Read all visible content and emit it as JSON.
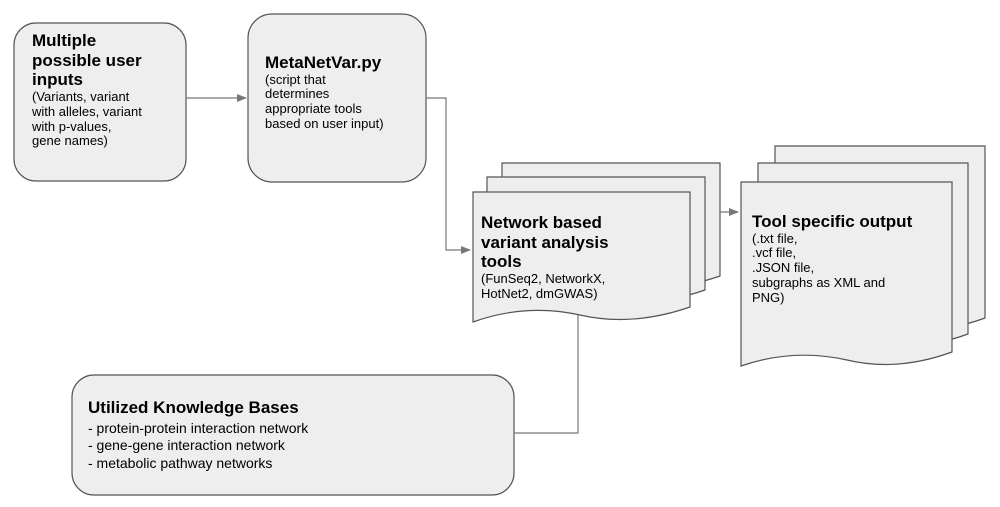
{
  "nodes": {
    "inputs": {
      "title": "Multiple\npossible user\ninputs",
      "desc": "(Variants, variant\nwith alleles, variant\nwith p-values,\ngene names)"
    },
    "script": {
      "title": "MetaNetVar.py",
      "desc": "(script that\ndetermines\nappropriate tools\nbased on user input)"
    },
    "tools": {
      "title": "Network based\nvariant analysis\ntools",
      "desc": "(FunSeq2, NetworkX,\nHotNet2, dmGWAS)"
    },
    "output": {
      "title": "Tool specific output",
      "desc": "(.txt file,\n .vcf file,\n .JSON file,\n subgraphs as XML and\nPNG)"
    },
    "knowledge": {
      "title": "Utilized Knowledge Bases",
      "items": [
        "- protein-protein interaction network",
        "- gene-gene interaction network",
        "- metabolic pathway networks"
      ]
    }
  },
  "colors": {
    "box_fill": "#eeeeee",
    "stroke": "#555555",
    "connector": "#777777"
  }
}
